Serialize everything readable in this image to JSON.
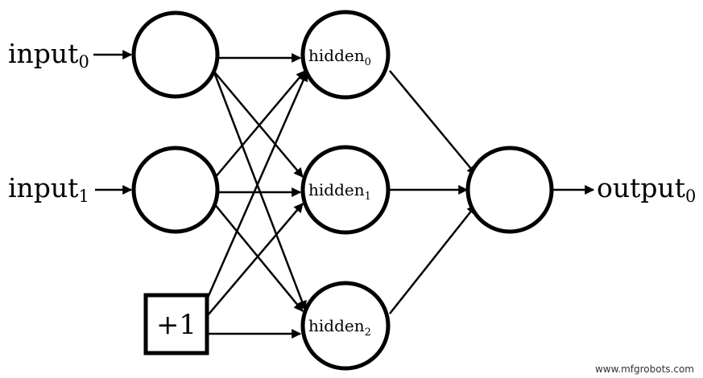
{
  "inputs": [
    {
      "label": "input",
      "sub": "0"
    },
    {
      "label": "input",
      "sub": "1"
    }
  ],
  "bias": {
    "label": "+1"
  },
  "hidden": [
    {
      "label": "hidden",
      "sub": "0"
    },
    {
      "label": "hidden",
      "sub": "1"
    },
    {
      "label": "hidden",
      "sub": "2"
    }
  ],
  "output": {
    "label": "output",
    "sub": "0"
  },
  "watermark": "www.mfgrobots.com"
}
